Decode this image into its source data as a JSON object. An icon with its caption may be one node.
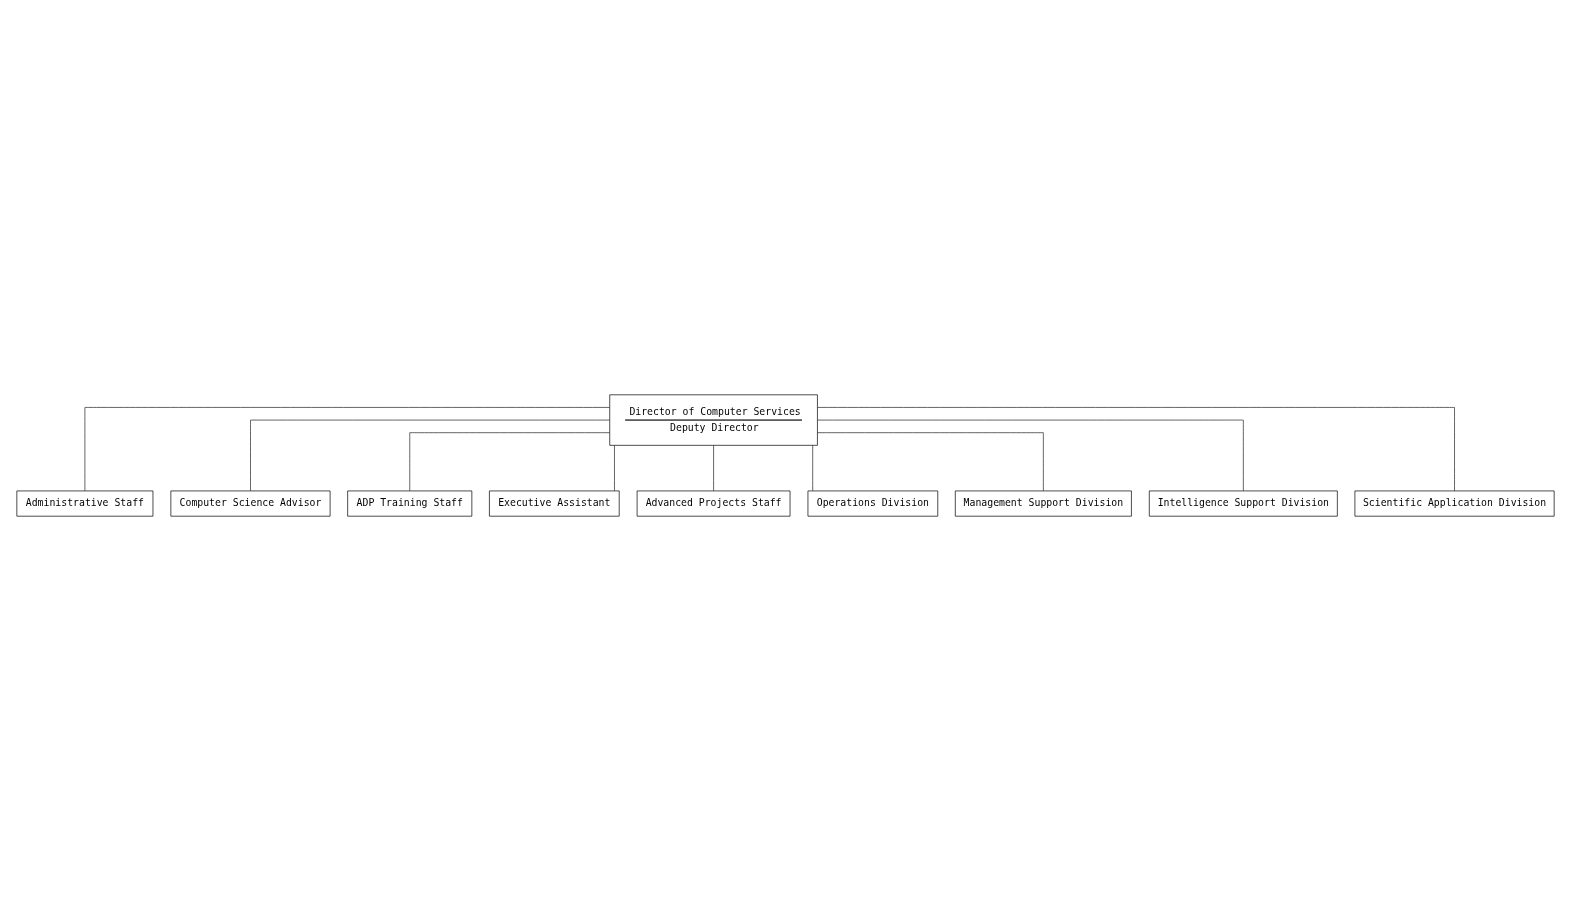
{
  "diagram": {
    "nodes": [
      {
        "text": [
          "Director of Computer Services",
          "Deputy Director"
        ]
      },
      {
        "text": [
          "Administrative Staff"
        ]
      },
      {
        "text": [
          "Computer Science Advisor"
        ]
      },
      {
        "text": [
          "ADP Training Staff"
        ]
      },
      {
        "text": [
          "Executive Assistant"
        ]
      },
      {
        "text": [
          "Advanced Projects Staff"
        ]
      },
      {
        "text": [
          "Operations Division"
        ]
      },
      {
        "text": [
          "Management Support Division"
        ]
      },
      {
        "text": [
          "Intelligence Support Division"
        ]
      },
      {
        "text": [
          "Scientific Application Division"
        ]
      }
    ],
    "edges": [
      {
        "from": 0,
        "to": 1,
        "arrow": "none"
      },
      {
        "from": 0,
        "to": 2,
        "arrow": "none"
      },
      {
        "from": 0,
        "to": 3,
        "arrow": "none"
      },
      {
        "from": 0,
        "to": 4,
        "arrow": "none"
      },
      {
        "from": 0,
        "to": 5,
        "arrow": "none"
      },
      {
        "from": 0,
        "to": 6,
        "arrow": "none"
      },
      {
        "from": 0,
        "to": 7,
        "arrow": "none"
      },
      {
        "from": 0,
        "to": 8,
        "arrow": "none"
      },
      {
        "from": 0,
        "to": 9,
        "arrow": "none"
      }
    ]
  }
}
